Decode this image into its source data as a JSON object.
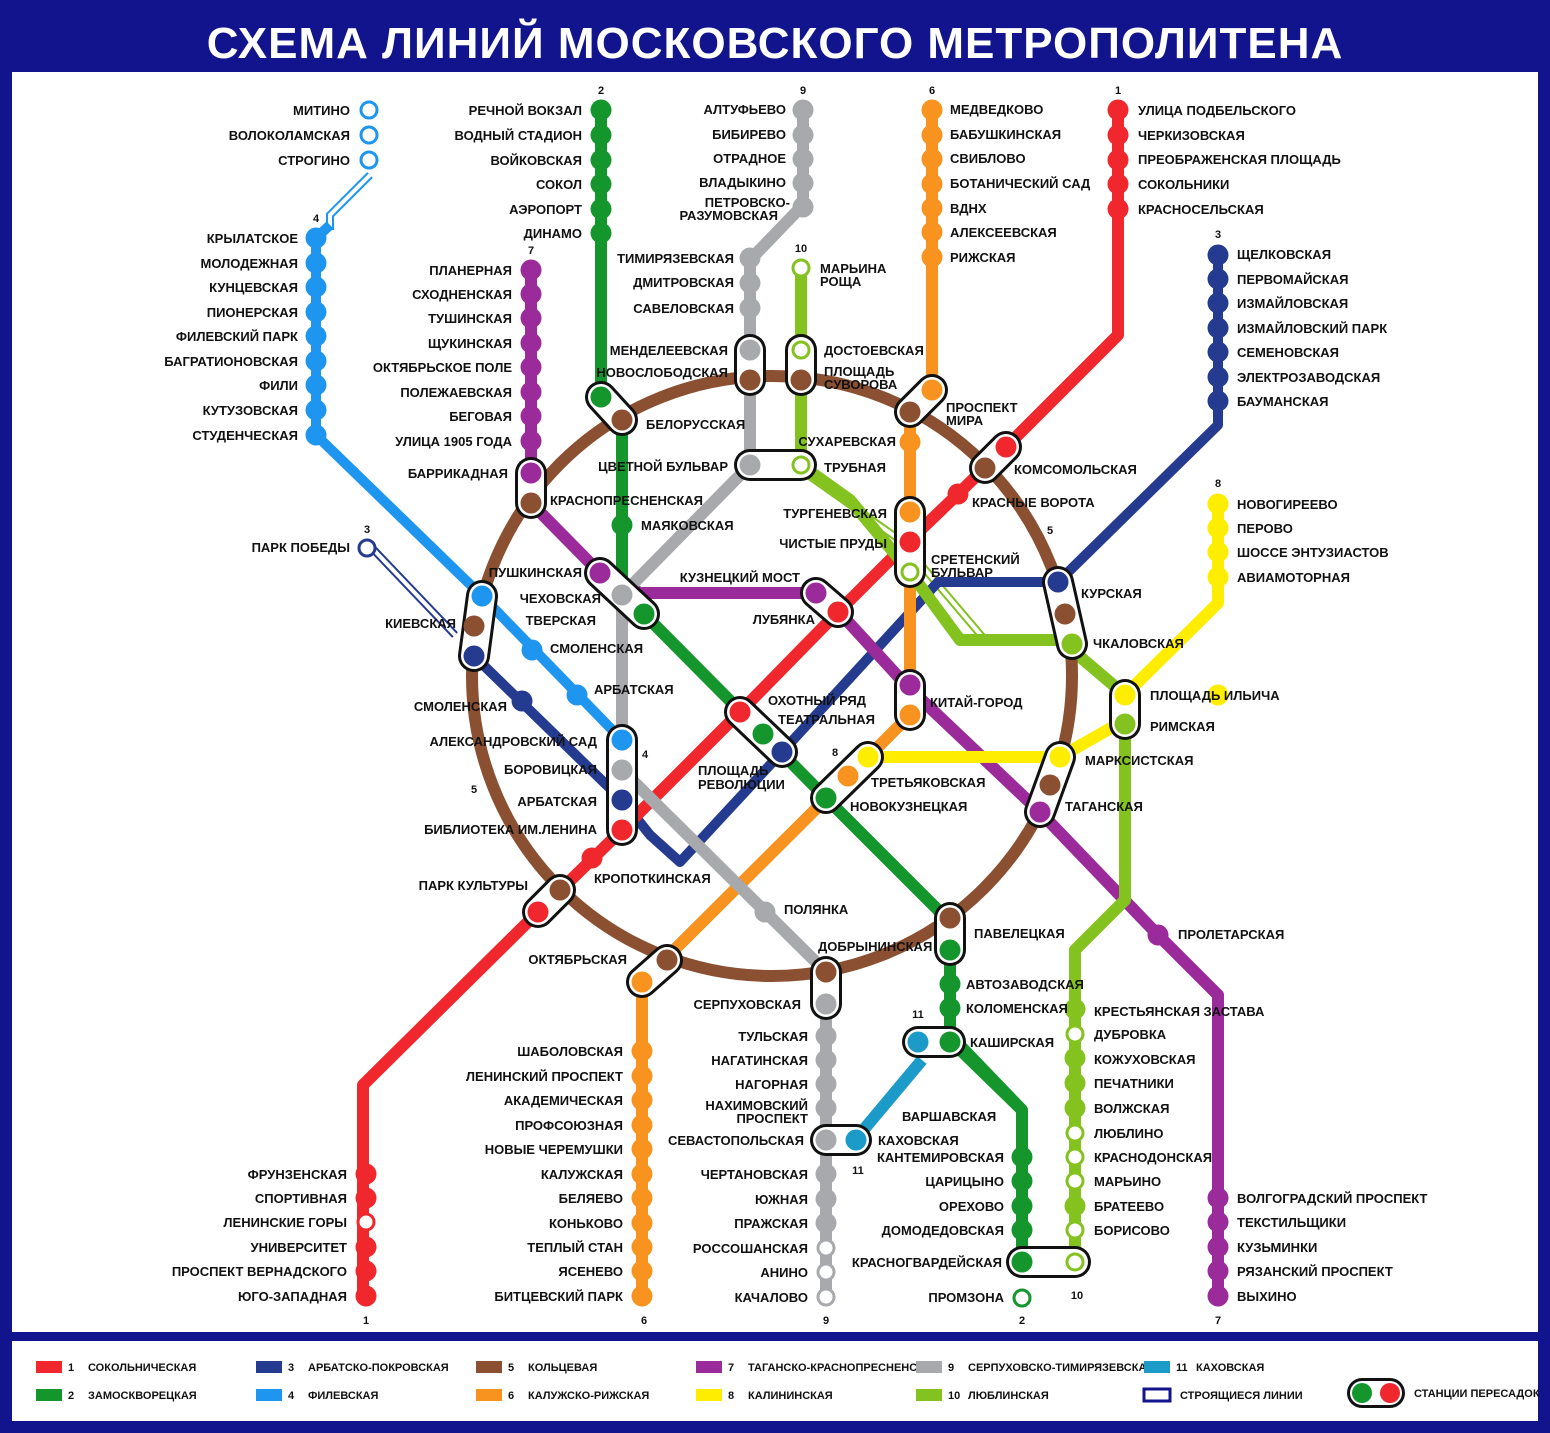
{
  "title": "СХЕМА ЛИНИЙ МОСКОВСКОГО МЕТРОПОЛИТЕНА",
  "colors": {
    "frame": "#12148e",
    "l1": "#f0282d",
    "l2": "#14962d",
    "l3": "#253b8f",
    "l4": "#1e96f0",
    "l5": "#8a5031",
    "l6": "#f7931e",
    "l7": "#9b2a9b",
    "l8": "#ffed00",
    "l9": "#a7a9ac",
    "l10": "#84c21f",
    "l11": "#1c9ac8"
  },
  "line_numbers": [
    {
      "id": "n1",
      "text": "1"
    },
    {
      "id": "n2",
      "text": "2"
    },
    {
      "id": "n3",
      "text": "3"
    },
    {
      "id": "n4",
      "text": "4"
    },
    {
      "id": "n5",
      "text": "5"
    },
    {
      "id": "n6",
      "text": "6"
    },
    {
      "id": "n7",
      "text": "7"
    },
    {
      "id": "n8",
      "text": "8"
    },
    {
      "id": "n9",
      "text": "9"
    },
    {
      "id": "n10",
      "text": "10"
    },
    {
      "id": "n11",
      "text": "11"
    }
  ],
  "lines": {
    "l1": [
      "УЛИЦА ПОДБЕЛЬСКОГО",
      "ЧЕРКИЗОВСКАЯ",
      "ПРЕОБРАЖЕНСКАЯ ПЛОЩАДЬ",
      "СОКОЛЬНИКИ",
      "КРАСНОСЕЛЬСКАЯ",
      "КОМСОМОЛЬСКАЯ",
      "КРАСНЫЕ ВОРОТА",
      "ЧИСТЫЕ ПРУДЫ",
      "ЛУБЯНКА",
      "ОХОТНЫЙ РЯД",
      "БИБЛИОТЕКА ИМ.ЛЕНИНА",
      "КРОПОТКИНСКАЯ",
      "ПАРК КУЛЬТУРЫ",
      "ФРУНЗЕНСКАЯ",
      "СПОРТИВНАЯ",
      "ЛЕНИНСКИЕ ГОРЫ",
      "УНИВЕРСИТЕТ",
      "ПРОСПЕКТ ВЕРНАДСКОГО",
      "ЮГО-ЗАПАДНАЯ"
    ],
    "l2": [
      "РЕЧНОЙ ВОКЗАЛ",
      "ВОДНЫЙ СТАДИОН",
      "ВОЙКОВСКАЯ",
      "СОКОЛ",
      "АЭРОПОРТ",
      "ДИНАМО",
      "БЕЛОРУССКАЯ",
      "МАЯКОВСКАЯ",
      "ТВЕРСКАЯ",
      "ТЕАТРАЛЬНАЯ",
      "НОВОКУЗНЕЦКАЯ",
      "ПАВЕЛЕЦКАЯ",
      "АВТОЗАВОДСКАЯ",
      "КОЛОМЕНСКАЯ",
      "КАШИРСКАЯ",
      "КАНТЕМИРОВСКАЯ",
      "ЦАРИЦЫНО",
      "ОРЕХОВО",
      "ДОМОДЕДОВСКАЯ",
      "КРАСНОГВАРДЕЙСКАЯ",
      "ПРОМЗОНА"
    ],
    "l3": [
      "ЩЕЛКОВСКАЯ",
      "ПЕРВОМАЙСКАЯ",
      "ИЗМАЙЛОВСКАЯ",
      "ИЗМАЙЛОВСКИЙ ПАРК",
      "СЕМЕНОВСКАЯ",
      "ЭЛЕКТРОЗАВОДСКАЯ",
      "БАУМАНСКАЯ",
      "КУРСКАЯ",
      "ПЛОЩАДЬ РЕВОЛЮЦИИ",
      "АРБАТСКАЯ",
      "СМОЛЕНСКАЯ",
      "КИЕВСКАЯ",
      "ПАРК ПОБЕДЫ"
    ],
    "l4": [
      "МИТИНО",
      "ВОЛОКОЛАМСКАЯ",
      "СТРОГИНО",
      "КРЫЛАТСКОЕ",
      "МОЛОДЕЖНАЯ",
      "КУНЦЕВСКАЯ",
      "ПИОНЕРСКАЯ",
      "ФИЛЕВСКИЙ ПАРК",
      "БАГРАТИОНОВСКАЯ",
      "ФИЛИ",
      "КУТУЗОВСКАЯ",
      "СТУДЕНЧЕСКАЯ",
      "КИЕВСКАЯ",
      "СМОЛЕНСКАЯ",
      "АРБАТСКАЯ",
      "АЛЕКСАНДРОВСКИЙ САД"
    ],
    "l5": [
      "КИЕВСКАЯ",
      "КРАСНОПРЕСНЕНСКАЯ",
      "БЕЛОРУССКАЯ",
      "НОВОСЛОБОДСКАЯ",
      "ПРОСПЕКТ МИРА",
      "КОМСОМОЛЬСКАЯ",
      "КУРСКАЯ",
      "ТАГАНСКАЯ",
      "ПАВЕЛЕЦКАЯ",
      "ДОБРЫНИНСКАЯ",
      "ОКТЯБРЬСКАЯ",
      "ПАРК КУЛЬТУРЫ"
    ],
    "l6": [
      "МЕДВЕДКОВО",
      "БАБУШКИНСКАЯ",
      "СВИБЛОВО",
      "БОТАНИЧЕСКИЙ САД",
      "ВДНХ",
      "АЛЕКСЕЕВСКАЯ",
      "РИЖСКАЯ",
      "ПРОСПЕКТ МИРА",
      "СУХАРЕВСКАЯ",
      "ТУРГЕНЕВСКАЯ",
      "КИТАЙ-ГОРОД",
      "ТРЕТЬЯКОВСКАЯ",
      "ОКТЯБРЬСКАЯ",
      "ШАБОЛОВСКАЯ",
      "ЛЕНИНСКИЙ ПРОСПЕКТ",
      "АКАДЕМИЧЕСКАЯ",
      "ПРОФСОЮЗНАЯ",
      "НОВЫЕ ЧЕРЕМУШКИ",
      "КАЛУЖСКАЯ",
      "БЕЛЯЕВО",
      "КОНЬКОВО",
      "ТЕПЛЫЙ СТАН",
      "ЯСЕНЕВО",
      "БИТЦЕВСКИЙ ПАРК"
    ],
    "l7": [
      "ПЛАНЕРНАЯ",
      "СХОДНЕНСКАЯ",
      "ТУШИНСКАЯ",
      "ЩУКИНСКАЯ",
      "ОКТЯБРЬСКОЕ ПОЛЕ",
      "ПОЛЕЖАЕВСКАЯ",
      "БЕГОВАЯ",
      "УЛИЦА 1905 ГОДА",
      "БАРРИКАДНАЯ",
      "ПУШКИНСКАЯ",
      "КУЗНЕЦКИЙ МОСТ",
      "КИТАЙ-ГОРОД",
      "ТАГАНСКАЯ",
      "ПРОЛЕТАРСКАЯ",
      "ВОЛГОГРАДСКИЙ ПРОСПЕКТ",
      "ТЕКСТИЛЬЩИКИ",
      "КУЗЬМИНКИ",
      "РЯЗАНСКИЙ ПРОСПЕКТ",
      "ВЫХИНО"
    ],
    "l8": [
      "НОВОГИРЕЕВО",
      "ПЕРОВО",
      "ШОССЕ ЭНТУЗИАСТОВ",
      "АВИАМОТОРНАЯ",
      "ПЛОЩАДЬ ИЛЬИЧА",
      "МАРКСИСТСКАЯ",
      "ТРЕТЬЯКОВСКАЯ"
    ],
    "l9": [
      "АЛТУФЬЕВО",
      "БИБИРЕВО",
      "ОТРАДНОЕ",
      "ВЛАДЫКИНО",
      "ПЕТРОВСКО-РАЗУМОВСКАЯ",
      "ТИМИРЯЗЕВСКАЯ",
      "ДМИТРОВСКАЯ",
      "САВЕЛОВСКАЯ",
      "МЕНДЕЛЕЕВСКАЯ",
      "ЦВЕТНОЙ БУЛЬВАР",
      "ЧЕХОВСКАЯ",
      "БОРОВИЦКАЯ",
      "ПОЛЯНКА",
      "СЕРПУХОВСКАЯ",
      "ТУЛЬСКАЯ",
      "НАГАТИНСКАЯ",
      "НАГОРНАЯ",
      "НАХИМОВСКИЙ ПРОСПЕКТ",
      "СЕВАСТОПОЛЬСКАЯ",
      "ЧЕРТАНОВСКАЯ",
      "ЮЖНАЯ",
      "ПРАЖСКАЯ",
      "РОССОШАНСКАЯ",
      "АНИНО",
      "КАЧАЛОВО"
    ],
    "l10": [
      "МАРЬИНА РОЩА",
      "ДОСТОЕВСКАЯ",
      "ПЛОЩАДЬ СУВОРОВА",
      "ТРУБНАЯ",
      "СРЕТЕНСКИЙ БУЛЬВАР",
      "ЧКАЛОВСКАЯ",
      "РИМСКАЯ",
      "КРЕСТЬЯНСКАЯ ЗАСТАВА",
      "ДУБРОВКА",
      "КОЖУХОВСКАЯ",
      "ПЕЧАТНИКИ",
      "ВОЛЖСКАЯ",
      "ЛЮБЛИНО",
      "КРАСНОДОНСКАЯ",
      "МАРЬИНО",
      "БРАТЕЕВО",
      "БОРИСОВО"
    ],
    "l11": [
      "КАШИРСКАЯ",
      "ВАРШАВСКАЯ",
      "КАХОВСКАЯ"
    ]
  },
  "labels": {
    "mitino": "МИТИНО",
    "volokolamskaya": "ВОЛОКОЛАМСКАЯ",
    "strogino": "СТРОГИНО",
    "krylatskoe": "КРЫЛАТСКОЕ",
    "molodezhnaya": "МОЛОДЕЖНАЯ",
    "kuntsevskaya": "КУНЦЕВСКАЯ",
    "pionerskaya": "ПИОНЕРСКАЯ",
    "filevsky_park": "ФИЛЕВСКИЙ ПАРК",
    "bagrationovskaya": "БАГРАТИОНОВСКАЯ",
    "fili": "ФИЛИ",
    "kutuzovskaya": "КУТУЗОВСКАЯ",
    "studencheskaya": "СТУДЕНЧЕСКАЯ",
    "park_pobedy": "ПАРК ПОБЕДЫ",
    "kievskaya": "КИЕВСКАЯ",
    "smolenskaya4": "СМОЛЕНСКАЯ",
    "arbatskaya4": "АРБАТСКАЯ",
    "smolenskaya3": "СМОЛЕНСКАЯ",
    "aleksandrovsky_sad": "АЛЕКСАНДРОВСКИЙ САД",
    "borovitskaya": "БОРОВИЦКАЯ",
    "arbatskaya3": "АРБАТСКАЯ",
    "biblioteka": "БИБЛИОТЕКА ИМ.ЛЕНИНА",
    "kropotkinskaya": "КРОПОТКИНСКАЯ",
    "park_kultury": "ПАРК КУЛЬТУРЫ",
    "frunzenskaya": "ФРУНЗЕНСКАЯ",
    "sportivnaya": "СПОРТИВНАЯ",
    "leninskie_gory": "ЛЕНИНСКИЕ ГОРЫ",
    "universitet": "УНИВЕРСИТЕТ",
    "pr_vernadskogo": "ПРОСПЕКТ ВЕРНАДСКОГО",
    "yugo_zapadnaya": "ЮГО-ЗАПАДНАЯ",
    "rechnoy": "РЕЧНОЙ ВОКЗАЛ",
    "vodny": "ВОДНЫЙ СТАДИОН",
    "voykovskaya": "ВОЙКОВСКАЯ",
    "sokol": "СОКОЛ",
    "aeroport": "АЭРОПОРТ",
    "dinamo": "ДИНАМО",
    "planernaya": "ПЛАНЕРНАЯ",
    "skhodnenskaya": "СХОДНЕНСКАЯ",
    "tushinskaya": "ТУШИНСКАЯ",
    "shchukinskaya": "ЩУКИНСКАЯ",
    "oktyabrskoe_pole": "ОКТЯБРЬСКОЕ ПОЛЕ",
    "polezhaevskaya": "ПОЛЕЖАЕВСКАЯ",
    "begovaya": "БЕГОВАЯ",
    "ulitsa_1905": "УЛИЦА 1905 ГОДА",
    "barrikadnaya": "БАРРИКАДНАЯ",
    "krasnopresnenskaya": "КРАСНОПРЕСНЕНСКАЯ",
    "belorusskaya": "БЕЛОРУССКАЯ",
    "mayakovskaya": "МАЯКОВСКАЯ",
    "pushkinskaya": "ПУШКИНСКАЯ",
    "chekhovskaya": "ЧЕХОВСКАЯ",
    "tverskaya": "ТВЕРСКАЯ",
    "altufevo": "АЛТУФЬЕВО",
    "bibirevo": "БИБИРЕВО",
    "otradnoe": "ОТРАДНОЕ",
    "vladykino": "ВЛАДЫКИНО",
    "petrovsko1": "ПЕТРОВСКО-",
    "petrovsko2": "РАЗУМОВСКАЯ",
    "timiryazevskaya": "ТИМИРЯЗЕВСКАЯ",
    "dmitrovskaya": "ДМИТРОВСКАЯ",
    "savelovskaya": "САВЕЛОВСКАЯ",
    "mendeleevskaya": "МЕНДЕЛЕЕВСКАЯ",
    "novoslobodskaya": "НОВОСЛОБОДСКАЯ",
    "tsvetnoy": "ЦВЕТНОЙ БУЛЬВАР",
    "marina1": "МАРЬИНА",
    "marina2": "РОЩА",
    "dostoevskaya": "ДОСТОЕВСКАЯ",
    "suvorova1": "ПЛОЩАДЬ",
    "suvorova2": "СУВОРОВА",
    "trubnaya": "ТРУБНАЯ",
    "sukharevskaya": "СУХАРЕВСКАЯ",
    "medvedkovo": "МЕДВЕДКОВО",
    "babushkinskaya": "БАБУШКИНСКАЯ",
    "sviblovo": "СВИБЛОВО",
    "botanichesky": "БОТАНИЧЕСКИЙ САД",
    "vdnkh": "ВДНХ",
    "alekseevskaya": "АЛЕКСЕЕВСКАЯ",
    "rizhskaya": "РИЖСКАЯ",
    "pr_mira1": "ПРОСПЕКТ",
    "pr_mira2": "МИРА",
    "podbelskogo": "УЛИЦА ПОДБЕЛЬСКОГО",
    "cherkizovskaya": "ЧЕРКИЗОВСКАЯ",
    "preobrazhenskaya": "ПРЕОБРАЖЕНСКАЯ ПЛОЩАДЬ",
    "sokolniki": "СОКОЛЬНИКИ",
    "krasnoselskaya": "КРАСНОСЕЛЬСКАЯ",
    "komsomolskaya": "КОМСОМОЛЬСКАЯ",
    "krasnye_vorota": "КРАСНЫЕ ВОРОТА",
    "shchelkovskaya": "ЩЕЛКОВСКАЯ",
    "pervomayskaya": "ПЕРВОМАЙСКАЯ",
    "izmaylovskaya": "ИЗМАЙЛОВСКАЯ",
    "izmaylovsky_park": "ИЗМАЙЛОВСКИЙ ПАРК",
    "semenovskaya": "СЕМЕНОВСКАЯ",
    "elektrozavodskaya": "ЭЛЕКТРОЗАВОДСКАЯ",
    "baumanskaya": "БАУМАНСКАЯ",
    "novogireevo": "НОВОГИРЕЕВО",
    "perovo": "ПЕРОВО",
    "shosse": "ШОССЕ ЭНТУЗИАСТОВ",
    "aviamotornaya": "АВИАМОТОРНАЯ",
    "turgenevskaya": "ТУРГЕНЕВСКАЯ",
    "chistye_prudy": "ЧИСТЫЕ ПРУДЫ",
    "sretensky1": "СРЕТЕНСКИЙ",
    "sretensky2": "БУЛЬВАР",
    "kuznetsky": "КУЗНЕЦКИЙ МОСТ",
    "lubyanka": "ЛУБЯНКА",
    "kurskaya": "КУРСКАЯ",
    "chkalovskaya": "ЧКАЛОВСКАЯ",
    "okhotny": "ОХОТНЫЙ РЯД",
    "teatralnaya": "ТЕАТРАЛЬНАЯ",
    "kitay_gorod": "КИТАЙ-ГОРОД",
    "pl_ilyicha": "ПЛОЩАДЬ ИЛЬИЧА",
    "rimskaya": "РИМСКАЯ",
    "pl_rev1": "ПЛОЩАДЬ",
    "pl_rev2": "РЕВОЛЮЦИИ",
    "tretyakovskaya": "ТРЕТЬЯКОВСКАЯ",
    "marksistskaya": "МАРКСИСТСКАЯ",
    "novokuznetskaya": "НОВОКУЗНЕЦКАЯ",
    "taganskaya": "ТАГАНСКАЯ",
    "polyanka": "ПОЛЯНКА",
    "paveletskaya": "ПАВЕЛЕЦКАЯ",
    "proletarskaya": "ПРОЛЕТАРСКАЯ",
    "dobryninskaya": "ДОБРЫНИНСКАЯ",
    "oktyabrskaya": "ОКТЯБРЬСКАЯ",
    "serpukhovskaya": "СЕРПУХОВСКАЯ",
    "avtozavodskaya": "АВТОЗАВОДСКАЯ",
    "kolomenskaya": "КОЛОМЕНСКАЯ",
    "kashirskaya": "КАШИРСКАЯ",
    "krest_zastava": "КРЕСТЬЯНСКАЯ ЗАСТАВА",
    "dubrovka": "ДУБРОВКА",
    "kozhukhovskaya": "КОЖУХОВСКАЯ",
    "pechatniki": "ПЕЧАТНИКИ",
    "volzhskaya": "ВОЛЖСКАЯ",
    "lyublino": "ЛЮБЛИНО",
    "krasnodonskaya": "КРАСНОДОНСКАЯ",
    "marino": "МАРЬИНО",
    "brateevo": "БРАТЕЕВО",
    "borisovo": "БОРИСОВО",
    "shabolovskaya": "ШАБОЛОВСКАЯ",
    "leninsky": "ЛЕНИНСКИЙ ПРОСПЕКТ",
    "akademicheskaya": "АКАДЕМИЧЕСКАЯ",
    "profsoyuznaya": "ПРОФСОЮЗНАЯ",
    "novye_cheremushki": "НОВЫЕ ЧЕРЕМУШКИ",
    "kaluzhskaya": "КАЛУЖСКАЯ",
    "belyaevo": "БЕЛЯЕВО",
    "konkovo": "КОНЬКОВО",
    "teply_stan": "ТЕПЛЫЙ СТАН",
    "yasenevo": "ЯСЕНЕВО",
    "bittsevsky": "БИТЦЕВСКИЙ ПАРК",
    "tulskaya": "ТУЛЬСКАЯ",
    "nagatinskaya": "НАГАТИНСКАЯ",
    "nagornaya": "НАГОРНАЯ",
    "nakhimovsky1": "НАХИМОВСКИЙ",
    "nakhimovsky2": "ПРОСПЕКТ",
    "sevastopolskaya": "СЕВАСТОПОЛЬСКАЯ",
    "chertanovskaya": "ЧЕРТАНОВСКАЯ",
    "yuzhnaya": "ЮЖНАЯ",
    "prazhskaya": "ПРАЖСКАЯ",
    "rossoshanskaya": "РОССОШАНСКАЯ",
    "anino": "АНИНО",
    "kachalovo": "КАЧАЛОВО",
    "varshavskaya": "ВАРШАВСКАЯ",
    "kakhovskaya": "КАХОВСКАЯ",
    "kantemirovskaya": "КАНТЕМИРОВСКАЯ",
    "tsaritsyno": "ЦАРИЦЫНО",
    "orekhovo": "ОРЕХОВО",
    "domodedovskaya": "ДОМОДЕДОВСКАЯ",
    "krasnogvardeyskaya": "КРАСНОГВАРДЕЙСКАЯ",
    "promzona": "ПРОМЗОНА",
    "volgogradsky": "ВОЛГОГРАДСКИЙ ПРОСПЕКТ",
    "tekstilshchiki": "ТЕКСТИЛЬЩИКИ",
    "kuzminki": "КУЗЬМИНКИ",
    "ryazansky": "РЯЗАНСКИЙ ПРОСПЕКТ",
    "vykhino": "ВЫХИНО"
  },
  "legend": [
    {
      "num": "1",
      "name": "СОКОЛЬНИЧЕСКАЯ",
      "color": "#f0282d"
    },
    {
      "num": "2",
      "name": "ЗАМОСКВОРЕЦКАЯ",
      "color": "#14962d"
    },
    {
      "num": "3",
      "name": "АРБАТСКО-ПОКРОВСКАЯ",
      "color": "#253b8f"
    },
    {
      "num": "4",
      "name": "ФИЛЕВСКАЯ",
      "color": "#1e96f0"
    },
    {
      "num": "5",
      "name": "КОЛЬЦЕВАЯ",
      "color": "#8a5031"
    },
    {
      "num": "6",
      "name": "КАЛУЖСКО-РИЖСКАЯ",
      "color": "#f7931e"
    },
    {
      "num": "7",
      "name": "ТАГАНСКО-КРАСНОПРЕСНЕНСКАЯ",
      "color": "#9b2a9b"
    },
    {
      "num": "8",
      "name": "КАЛИНИНСКАЯ",
      "color": "#ffed00"
    },
    {
      "num": "9",
      "name": "СЕРПУХОВСКО-ТИМИРЯЗЕВСКАЯ",
      "color": "#a7a9ac"
    },
    {
      "num": "10",
      "name": "ЛЮБЛИНСКАЯ",
      "color": "#84c21f"
    },
    {
      "num": "11",
      "name": "КАХОВСКАЯ",
      "color": "#1c9ac8"
    }
  ],
  "legend_extra": {
    "construction": "СТРОЯЩИЕСЯ ЛИНИИ",
    "transfer": "СТАНЦИИ ПЕРЕСАДОК"
  }
}
